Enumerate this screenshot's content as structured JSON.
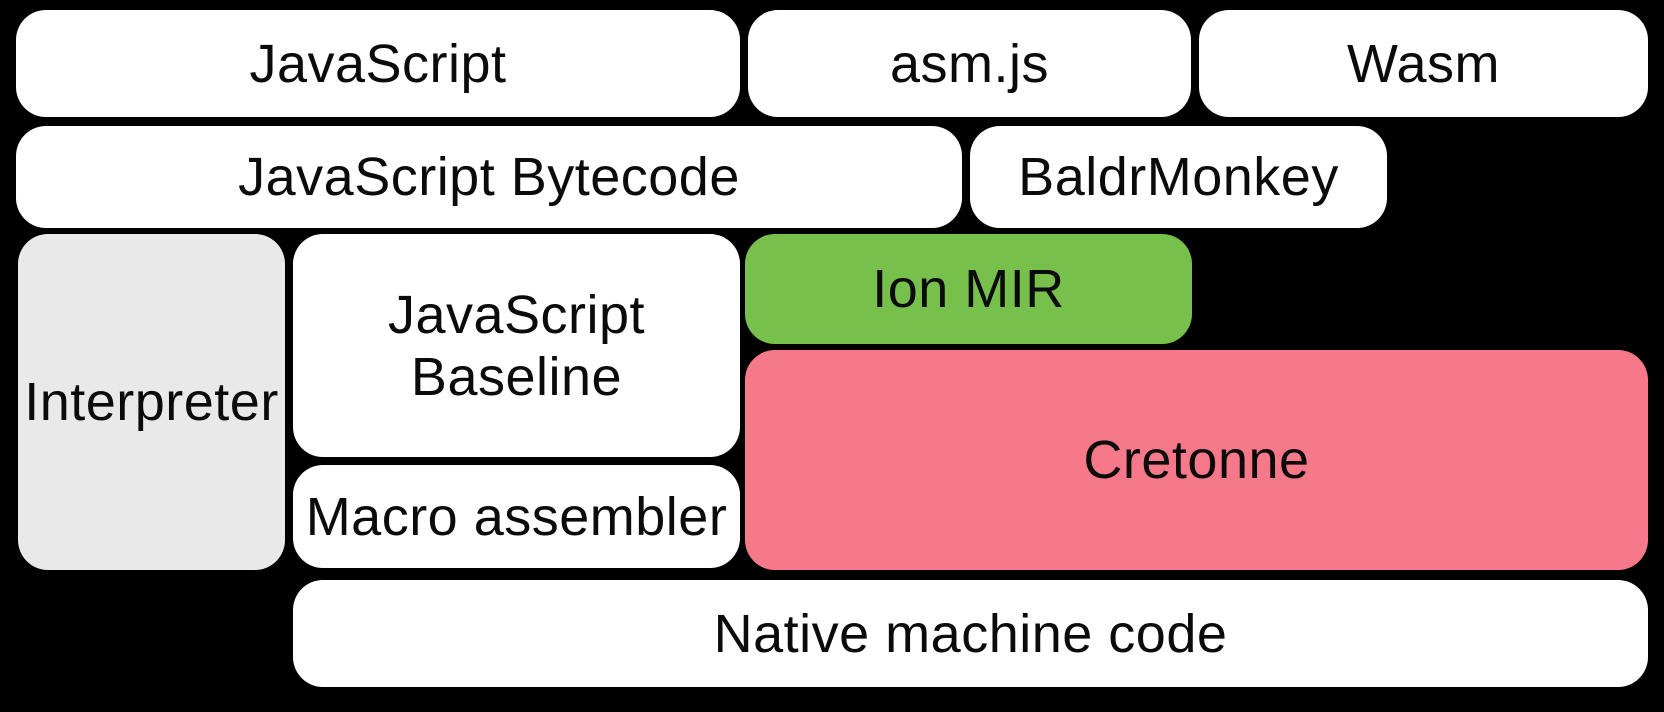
{
  "diagram": {
    "boxes": {
      "javascript": {
        "label": "JavaScript"
      },
      "asmjs": {
        "label": "asm.js"
      },
      "wasm": {
        "label": "Wasm"
      },
      "js_bytecode": {
        "label": "JavaScript Bytecode"
      },
      "baldrmonkey": {
        "label": "BaldrMonkey"
      },
      "interpreter": {
        "label": "Interpreter"
      },
      "js_baseline": {
        "label": "JavaScript Baseline",
        "lines": [
          "JavaScript",
          "Baseline"
        ]
      },
      "ion_mir": {
        "label": "Ion MIR"
      },
      "cretonne": {
        "label": "Cretonne"
      },
      "macro_assembler": {
        "label": "Macro assembler"
      },
      "native_machine_code": {
        "label": "Native machine code"
      }
    },
    "colors": {
      "background": "#000000",
      "box_fill": "#ffffff",
      "interpreter_fill": "#e9e9e9",
      "ion_mir_fill": "#77c04b",
      "cretonne_fill": "#f67989",
      "text": "#0b0b0b"
    }
  }
}
